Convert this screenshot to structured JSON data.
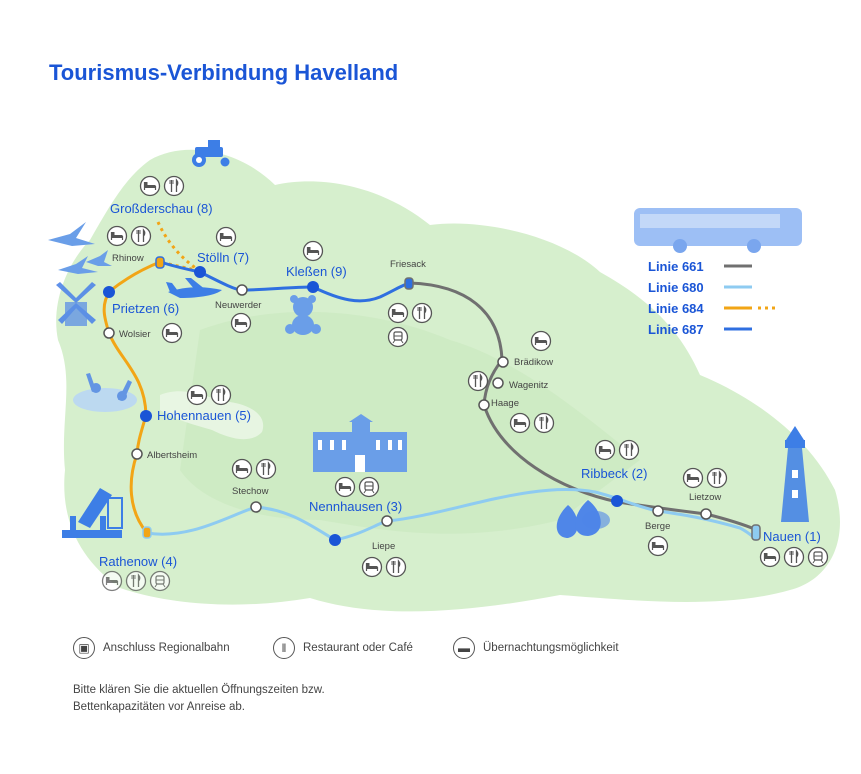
{
  "title": "Tourismus-Verbindung Havelland",
  "colors": {
    "brand_blue": "#1a55d6",
    "land": "#d6efcd",
    "line_661": "#707070",
    "line_680": "#8ecbf1",
    "line_684": "#f2a516",
    "line_687": "#2f6fe0",
    "illustration": "#3d7ee6"
  },
  "lines": [
    {
      "label": "Linie 661"
    },
    {
      "label": "Linie 680"
    },
    {
      "label": "Linie 684"
    },
    {
      "label": "Linie 687"
    }
  ],
  "places": {
    "grossderschau": "Großderschau (8)",
    "stoelln": "Stölln (7)",
    "klessen": "Kleßen (9)",
    "prietzen": "Prietzen (6)",
    "hohennauen": "Hohennauen (5)",
    "ribbeck": "Ribbeck (2)",
    "nennhausen": "Nennhausen (3)",
    "rathenow": "Rathenow (4)",
    "nauen": "Nauen (1)"
  },
  "stops": {
    "rhinow": "Rhinow",
    "neuwerder": "Neuwerder",
    "friesack": "Friesack",
    "wolsier": "Wolsier",
    "braedikow": "Brädikow",
    "wagenitz": "Wagenitz",
    "haage": "Haage",
    "albertsheim": "Albertsheim",
    "stechow": "Stechow",
    "liepe": "Liepe",
    "berge": "Berge",
    "lietzow": "Lietzow"
  },
  "icons": {
    "train": "train-icon",
    "restaurant": "cutlery-icon",
    "bed": "bed-icon"
  },
  "legend": {
    "train": "Anschluss Regionalbahn",
    "restaurant": "Restaurant oder Café",
    "bed": "Übernachtungsmöglichkeit"
  },
  "note": {
    "line1": "Bitte klären Sie die aktuellen Öffnungszeiten bzw.",
    "line2": "Bettenkapazitäten vor Anreise ab."
  }
}
